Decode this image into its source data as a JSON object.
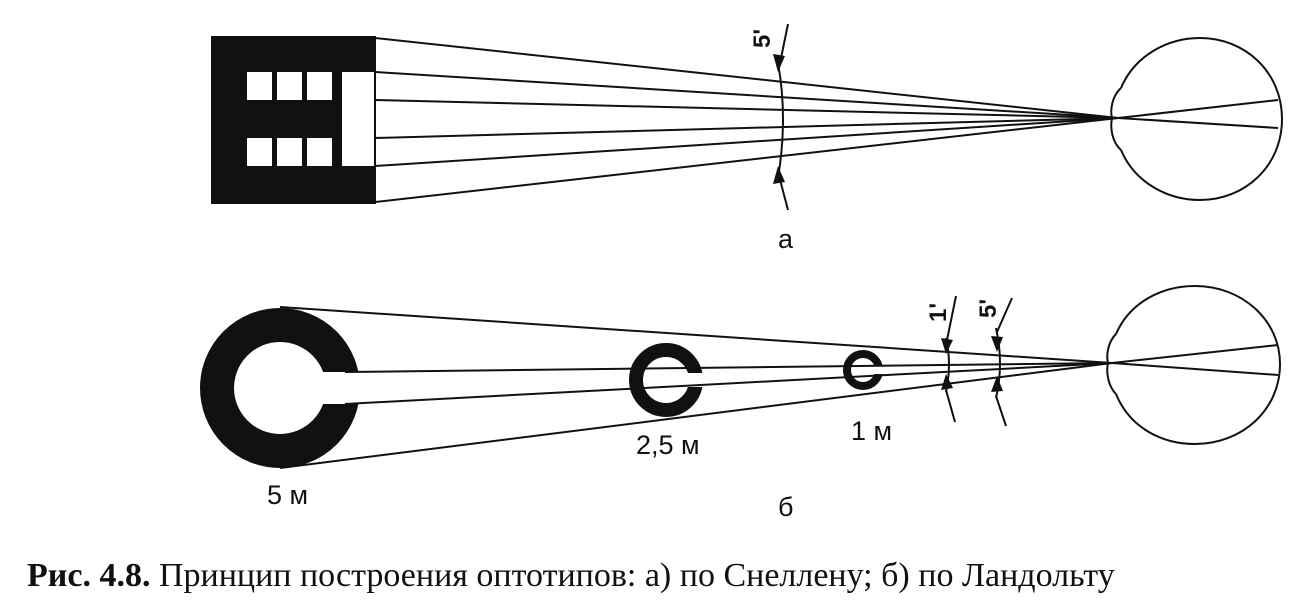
{
  "panel_a": {
    "label": "а",
    "angle_label": "5'"
  },
  "panel_b": {
    "label": "б",
    "distances": [
      "5 м",
      "2,5 м",
      "1 м"
    ],
    "angle_labels": [
      "1'",
      "5'"
    ]
  },
  "caption": {
    "prefix": "Рис. 4.8.",
    "text": "Принцип построения оптотипов: а) по Снеллену; б) по Ландольту"
  }
}
